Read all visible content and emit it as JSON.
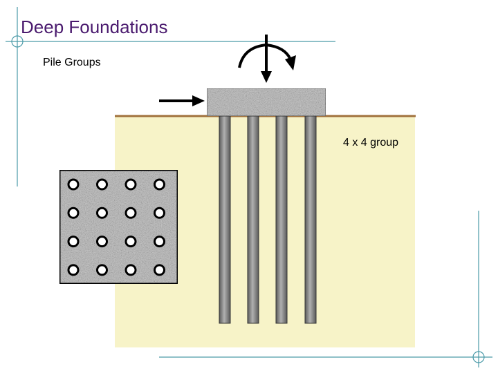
{
  "slide": {
    "title": "Deep Foundations",
    "subtitle": "Pile Groups",
    "group_label": "4 x 4 group"
  },
  "pile_group": {
    "rows": 4,
    "columns": 4
  },
  "colors": {
    "title": "#4a1a6e",
    "soil": "#f7f3c8",
    "ground_line": "#a0703c",
    "frame_lines": "#4a9aa8",
    "pile_cap": "#b8b8b8",
    "pile": "#8a8a8a",
    "arrow": "#000000"
  },
  "icons": {
    "horizontal_load": "right-arrow-icon",
    "vertical_load": "down-arrow-icon",
    "moment": "curved-moment-arrow-icon"
  }
}
